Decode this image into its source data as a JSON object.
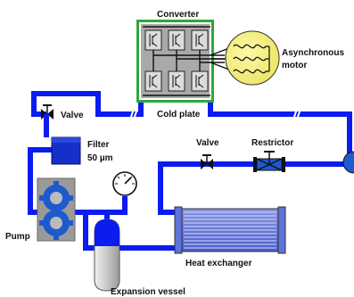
{
  "labels": {
    "converter": "Converter",
    "cold_plate": "Cold plate",
    "motor_line1": "Asynchronous",
    "motor_line2": "motor",
    "valve_left": "Valve",
    "valve_right": "Valve",
    "restrictor": "Restrictor",
    "filter_line1": "Filter",
    "filter_line2": "50 µm",
    "pump": "Pump",
    "heat_exchanger": "Heat exchanger",
    "expansion_vessel": "Expansion vessel"
  },
  "colors": {
    "pipe": "#0a1cf0",
    "cold_plate_border": "#2ea83a",
    "converter_fill": "#a9a9a9",
    "motor_fill": "#f5f06e",
    "filter_fill": "#1530c8",
    "pump_gear": "#1e5acd",
    "heat_exchanger": "#5f72d8",
    "vessel": "#c0c0c0"
  }
}
